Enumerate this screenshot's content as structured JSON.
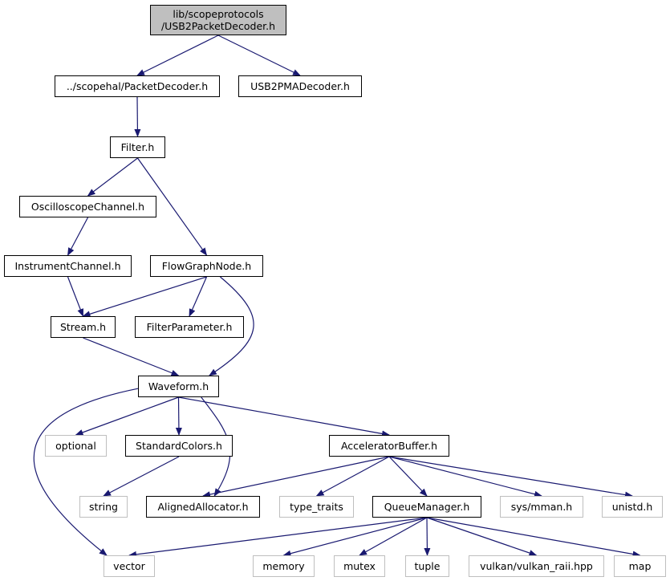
{
  "graph": {
    "colors": {
      "edge": "#191970",
      "border": "#000000",
      "root_fill": "#bfbfbf",
      "external_border": "#bfbfbf"
    },
    "nodes": {
      "root": {
        "lines": [
          "lib/scopeprotocols",
          "/USB2PacketDecoder.h"
        ]
      },
      "packet_decoder": {
        "label": "../scopehal/PacketDecoder.h"
      },
      "usb2pma": {
        "label": "USB2PMADecoder.h"
      },
      "filter": {
        "label": "Filter.h"
      },
      "osc_channel": {
        "label": "OscilloscopeChannel.h"
      },
      "instr_channel": {
        "label": "InstrumentChannel.h"
      },
      "flowgraph": {
        "label": "FlowGraphNode.h"
      },
      "stream": {
        "label": "Stream.h"
      },
      "filter_param": {
        "label": "FilterParameter.h"
      },
      "waveform": {
        "label": "Waveform.h"
      },
      "optional": {
        "label": "optional"
      },
      "std_colors": {
        "label": "StandardColors.h"
      },
      "accel_buffer": {
        "label": "AcceleratorBuffer.h"
      },
      "string": {
        "label": "string"
      },
      "aligned_alloc": {
        "label": "AlignedAllocator.h"
      },
      "type_traits": {
        "label": "type_traits"
      },
      "queue_manager": {
        "label": "QueueManager.h"
      },
      "sys_mman": {
        "label": "sys/mman.h"
      },
      "unistd": {
        "label": "unistd.h"
      },
      "vector": {
        "label": "vector"
      },
      "memory": {
        "label": "memory"
      },
      "mutex": {
        "label": "mutex"
      },
      "tuple": {
        "label": "tuple"
      },
      "vulkan": {
        "label": "vulkan/vulkan_raii.hpp"
      },
      "map": {
        "label": "map"
      }
    },
    "edges": [
      [
        "root",
        "packet_decoder"
      ],
      [
        "root",
        "usb2pma"
      ],
      [
        "packet_decoder",
        "filter"
      ],
      [
        "filter",
        "osc_channel"
      ],
      [
        "filter",
        "flowgraph"
      ],
      [
        "osc_channel",
        "instr_channel"
      ],
      [
        "instr_channel",
        "stream"
      ],
      [
        "flowgraph",
        "stream"
      ],
      [
        "flowgraph",
        "filter_param"
      ],
      [
        "flowgraph",
        "waveform"
      ],
      [
        "stream",
        "waveform"
      ],
      [
        "waveform",
        "optional"
      ],
      [
        "waveform",
        "std_colors"
      ],
      [
        "waveform",
        "aligned_alloc"
      ],
      [
        "waveform",
        "accel_buffer"
      ],
      [
        "waveform",
        "vector"
      ],
      [
        "std_colors",
        "string"
      ],
      [
        "accel_buffer",
        "aligned_alloc"
      ],
      [
        "accel_buffer",
        "type_traits"
      ],
      [
        "accel_buffer",
        "queue_manager"
      ],
      [
        "accel_buffer",
        "sys_mman"
      ],
      [
        "accel_buffer",
        "unistd"
      ],
      [
        "queue_manager",
        "vector"
      ],
      [
        "queue_manager",
        "memory"
      ],
      [
        "queue_manager",
        "mutex"
      ],
      [
        "queue_manager",
        "tuple"
      ],
      [
        "queue_manager",
        "vulkan"
      ],
      [
        "queue_manager",
        "map"
      ]
    ]
  }
}
